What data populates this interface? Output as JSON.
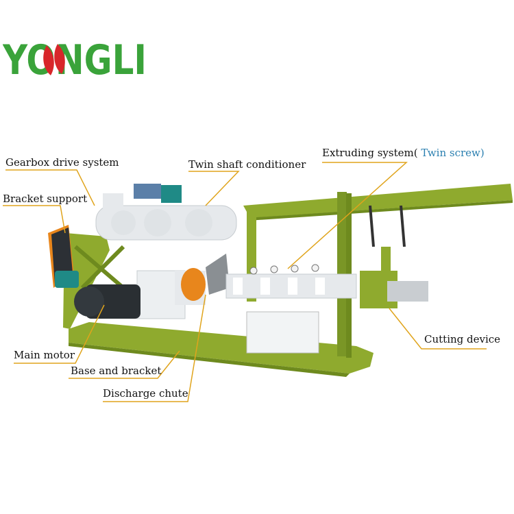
{
  "logo": {
    "text": "YONGLI",
    "color_green": "#3aa33a",
    "color_red": "#d8262a"
  },
  "labels": {
    "gearbox": "Gearbox drive system",
    "bracket_support": "Bracket support",
    "twin_shaft": "Twin shaft conditioner",
    "extruding_prefix": "Extruding system(",
    "extruding_accent": " Twin screw)",
    "cutting": "Cutting device",
    "main_motor": "Main motor",
    "base": "Base and bracket",
    "discharge": "Discharge chute"
  },
  "colors": {
    "frame": "#8faa2e",
    "frame_dark": "#6e8a1e",
    "white_parts": "#e9ecee",
    "motor": "#2a2f33",
    "teal_motor": "#1f8a86",
    "orange": "#e8861c",
    "leader": "#e0a41c",
    "accent": "#2a7fb0"
  }
}
